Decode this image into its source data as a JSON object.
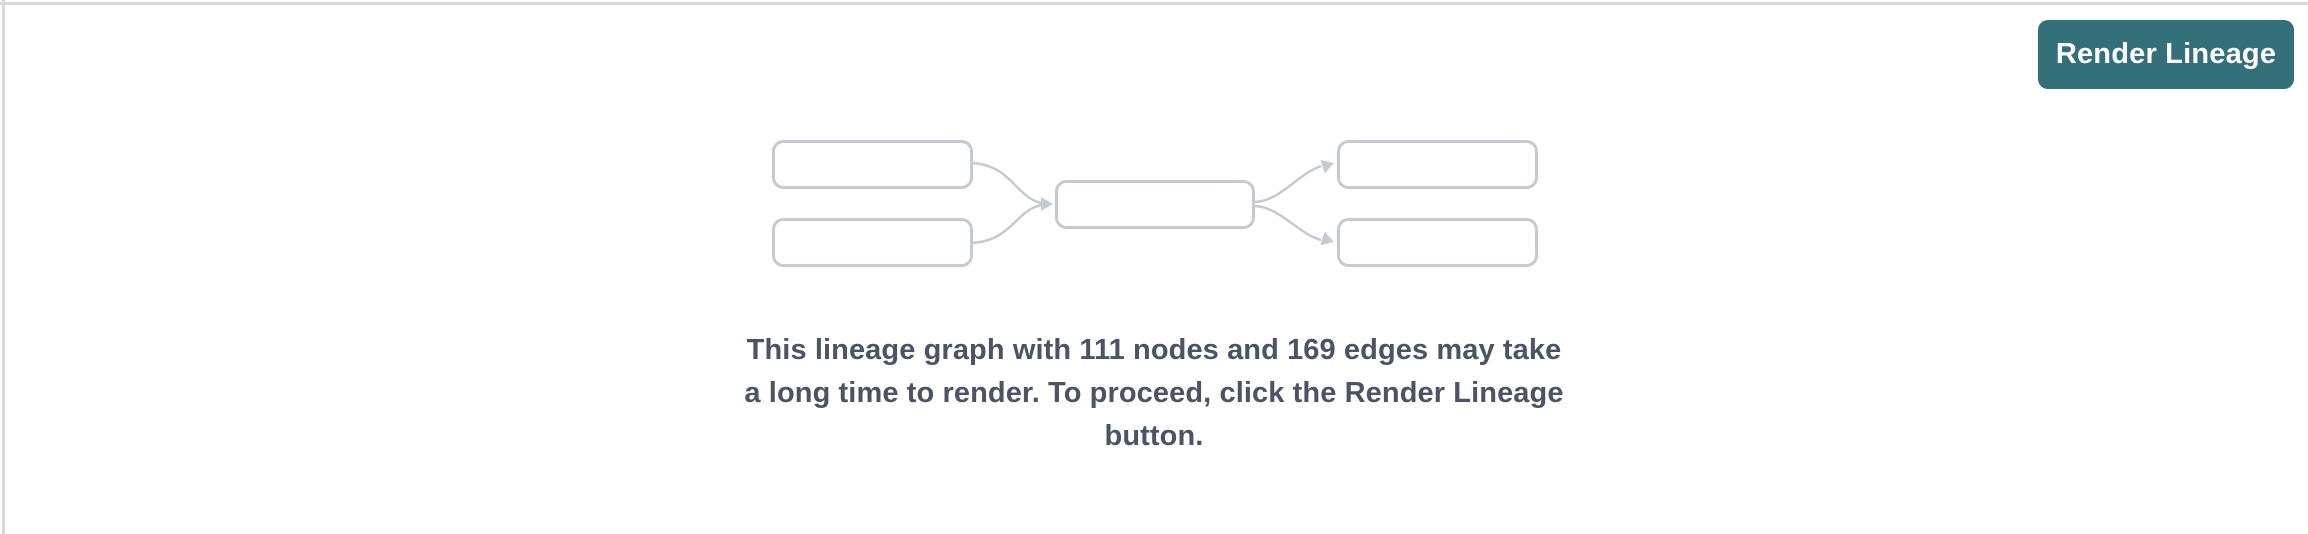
{
  "colors": {
    "accent_teal": "#33707a",
    "button_text": "#ffffff",
    "graph_gray": "#c5c9d2",
    "message_text": "#4a5464",
    "panel_border": "#d9dadd"
  },
  "toolbar": {
    "render_lineage_label": "Render Lineage"
  },
  "placeholder": {
    "graphic": "lineage-graph-placeholder",
    "node_count": 111,
    "edge_count": 169,
    "message_full": "This lineage graph with 111 nodes and 169 edges may take a long time to render. To proceed, click the Render Lineage button.",
    "message_lines": [
      "This lineage graph with 111 nodes and 169 edges may take",
      "a long time to render. To proceed, click the Render Lineage",
      "button."
    ]
  }
}
